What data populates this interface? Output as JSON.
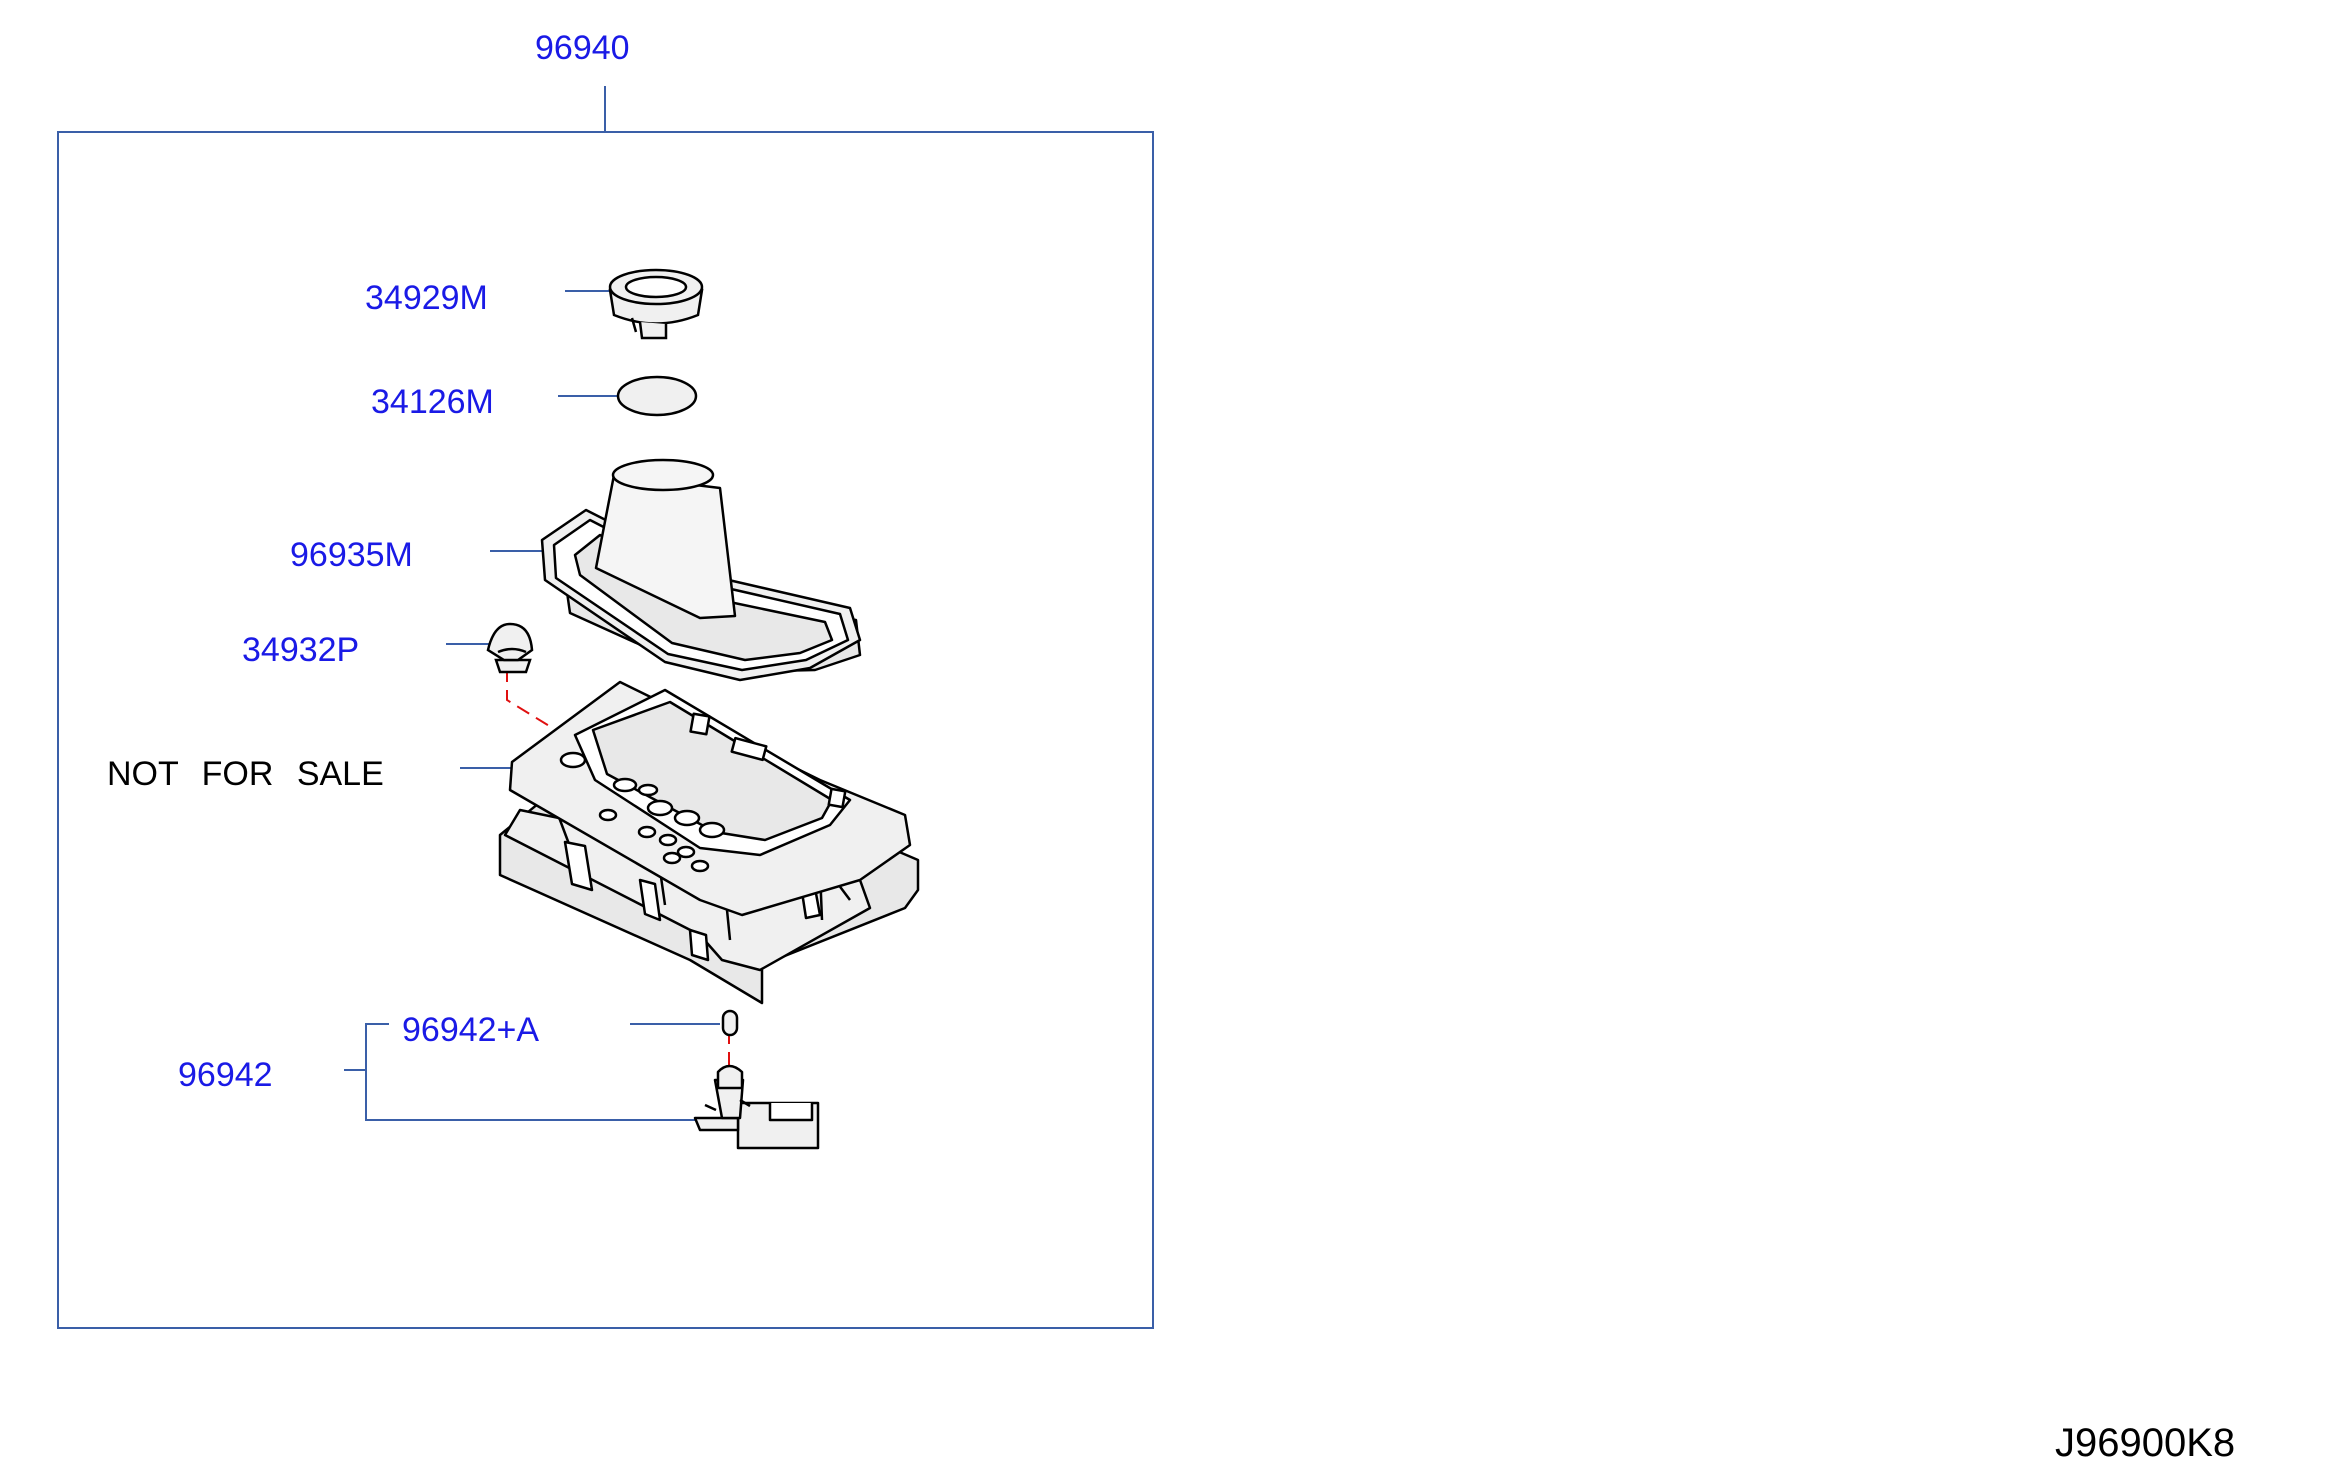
{
  "diagram": {
    "assembly_label": "96940",
    "parts": [
      {
        "id": "p1",
        "label": "34929M"
      },
      {
        "id": "p2",
        "label": "34126M"
      },
      {
        "id": "p3",
        "label": "96935M"
      },
      {
        "id": "p4",
        "label": "34932P"
      },
      {
        "id": "p5",
        "label": "NOT FOR SALE"
      },
      {
        "id": "p6",
        "label": "96942+A"
      },
      {
        "id": "p7",
        "label": "96942"
      }
    ],
    "drawing_code": "J96900K8"
  },
  "colors": {
    "label_blue": "#1a1ae6",
    "leader_blue": "#3a5fa8",
    "line_black": "#000000",
    "dash_red": "#e01010",
    "fill_gray": "#f0f0f0"
  },
  "icons": [
    "boot-retainer-icon",
    "o-ring-icon",
    "shift-boot-icon",
    "clip-icon",
    "console-finisher-icon",
    "bulb-icon",
    "bulb-socket-icon"
  ]
}
